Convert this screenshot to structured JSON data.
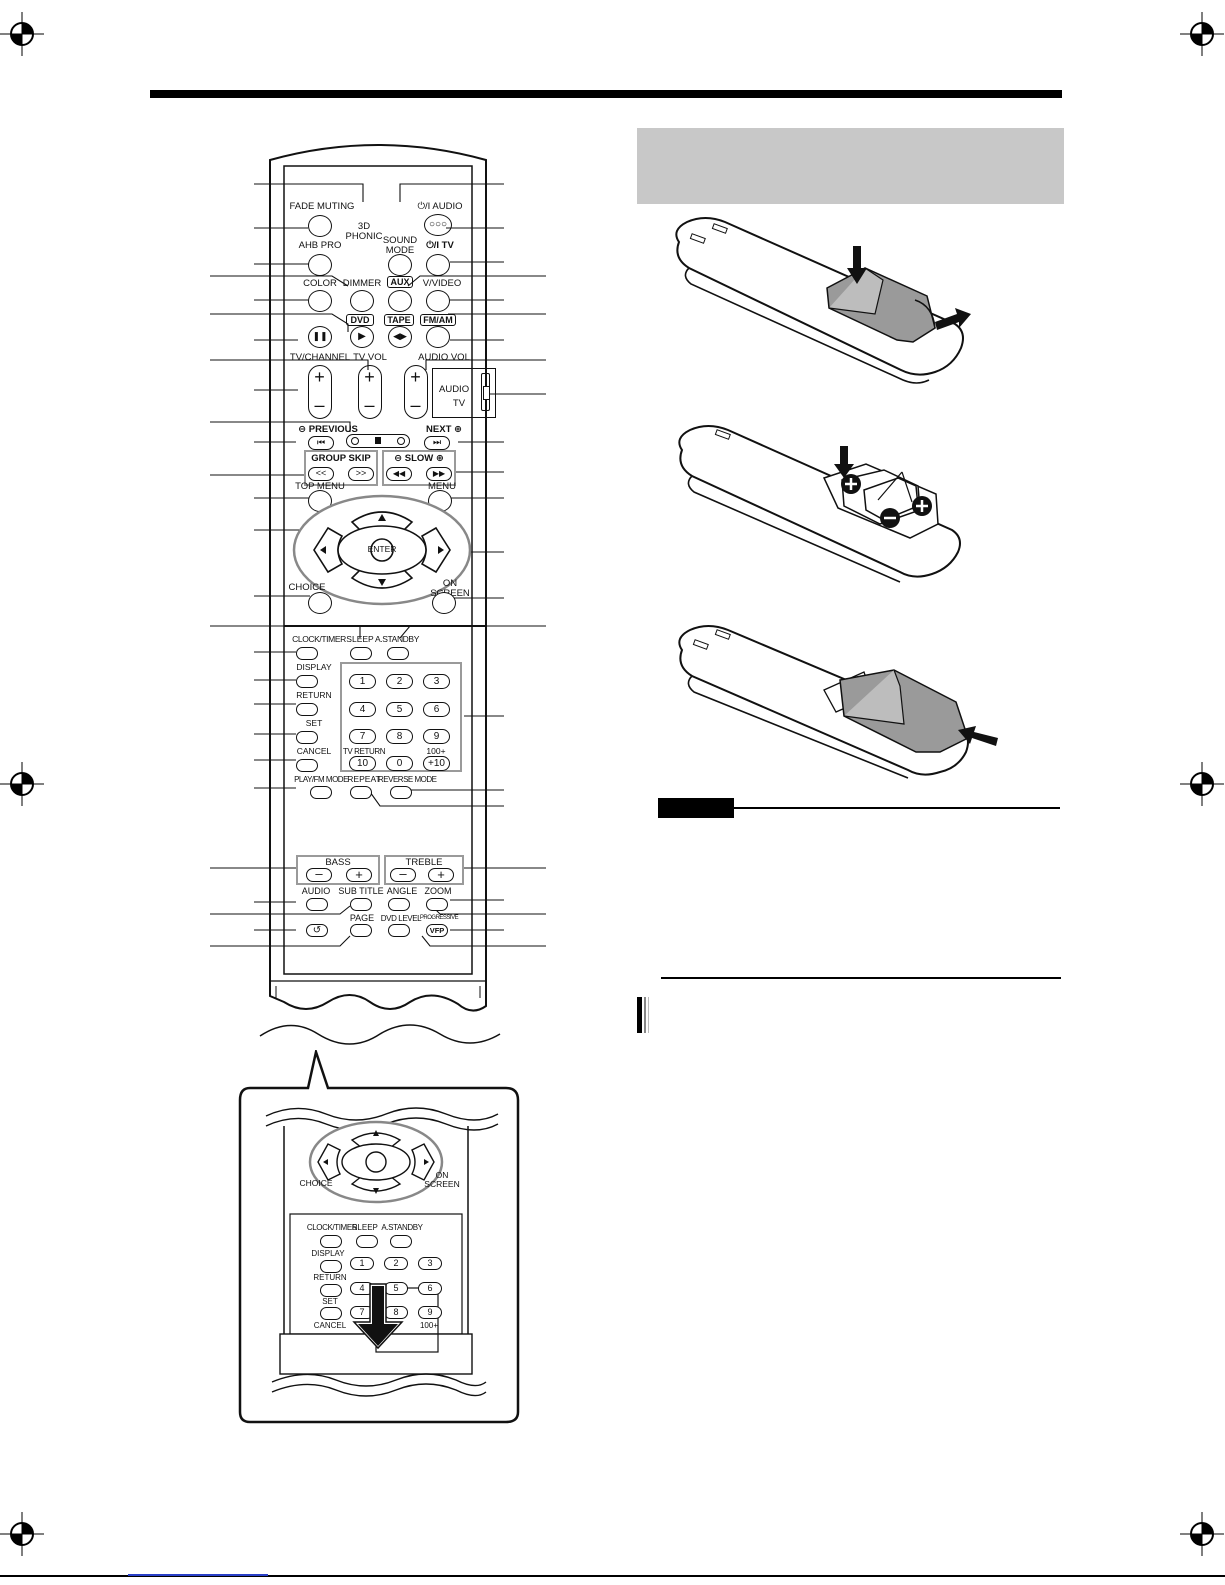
{
  "remote": {
    "power_audio": "⏻/I AUDIO",
    "fade_muting": "FADE MUTING",
    "phonic_3d": "3D",
    "phonic_3d_2": "PHONIC",
    "sound_mode": "SOUND",
    "sound_mode_2": "MODE",
    "power_tv": "⏻/I TV",
    "ahb_pro": "AHB PRO",
    "dimmer": "DIMMER",
    "aux": "AUX",
    "color": "COLOR",
    "v_video": "V/VIDEO",
    "dvd": "DVD",
    "tape": "TAPE",
    "fm_am": "FM/AM",
    "tv_channel": "TV/CHANNEL",
    "tv_vol": "TV VOL",
    "audio_vol": "AUDIO VOL",
    "switch_audio": "AUDIO",
    "switch_tv": "TV",
    "previous": "⊖ PREVIOUS",
    "next": "NEXT ⊕",
    "group_skip": "GROUP SKIP",
    "slow": "⊖  SLOW  ⊕",
    "top_menu": "TOP MENU",
    "menu": "MENU",
    "enter": "ENTER",
    "choice": "CHOICE",
    "on_screen": "ON",
    "on_screen_2": "SCREEN",
    "clock_timer": "CLOCK/TIMER",
    "sleep": "SLEEP",
    "a_standby": "A.STANDBY",
    "display": "DISPLAY",
    "return": "RETURN",
    "set": "SET",
    "cancel": "CANCEL",
    "tv_return": "TV RETURN",
    "hundred_plus": "100+",
    "numbers": [
      "1",
      "2",
      "3",
      "4",
      "5",
      "6",
      "7",
      "8",
      "9"
    ],
    "ten": "10",
    "zero": "0",
    "plus_ten": "+10",
    "play_fm_mode": "PLAY/FM MODE",
    "repeat": "REPEAT",
    "reverse_mode": "REVERSE MODE",
    "bass": "BASS",
    "treble": "TREBLE",
    "audio": "AUDIO",
    "sub_title": "SUB TITLE",
    "angle": "ANGLE",
    "zoom": "ZOOM",
    "page": "PAGE",
    "dvd_level": "DVD LEVEL",
    "progressive": "PROGRESSIVE",
    "vfp": "VFP",
    "plus": "+",
    "minus": "–"
  },
  "zoom": {
    "choice": "CHOICE",
    "on_screen": "ON",
    "on_screen_2": "SCREEN",
    "clock_timer": "CLOCK/TIMER",
    "sleep": "SLEEP",
    "a_standby": "A.STANDBY",
    "display": "DISPLAY",
    "return": "RETURN",
    "set": "SET",
    "cancel": "CANCEL",
    "hundred_plus": "100+",
    "numbers": [
      "1",
      "2",
      "3",
      "4",
      "5",
      "6",
      "7",
      "8",
      "9"
    ]
  },
  "colors": {
    "rule": "#000000",
    "gray_box": "#c8c8c8",
    "link_blue": "#2a40c8"
  }
}
